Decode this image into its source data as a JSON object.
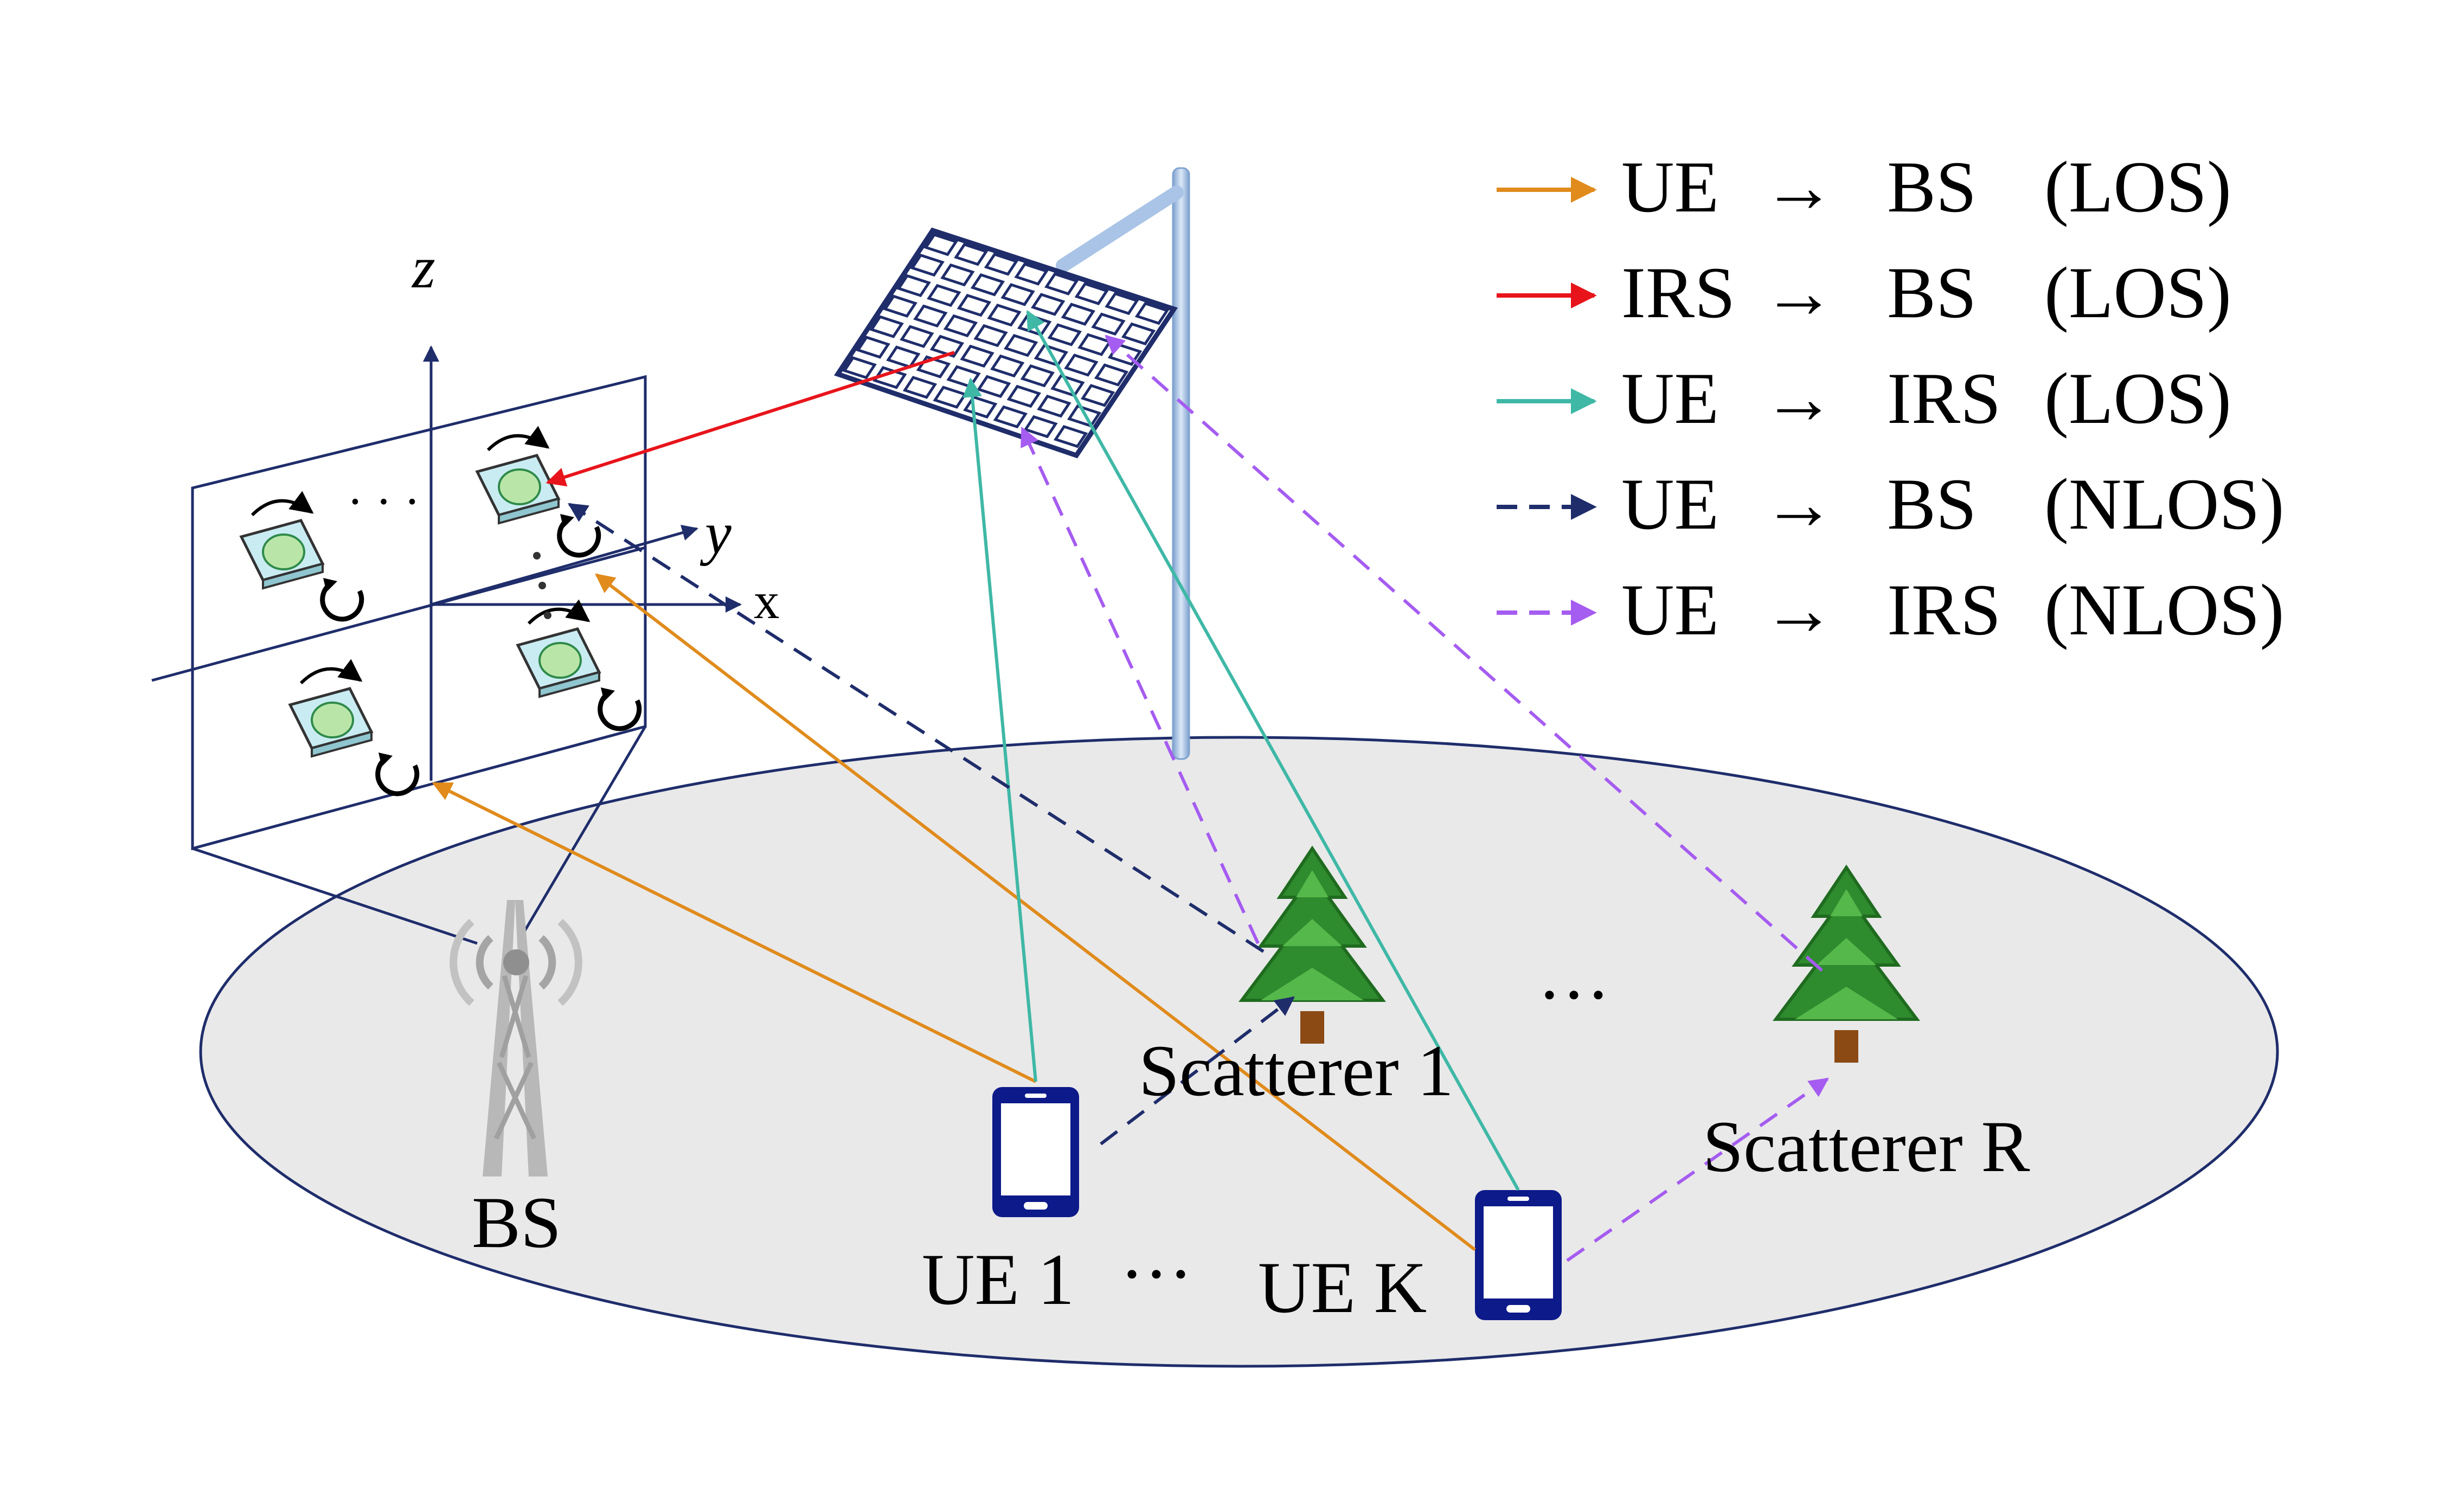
{
  "labels": {
    "bs": "BS",
    "ue1": "UE 1",
    "ue_dots": "···",
    "uek": "UE K",
    "scatterer1": "Scatterer 1",
    "scatterer_dots": "···",
    "scattererR": "Scatterer R"
  },
  "axes": {
    "z": "z",
    "y": "y",
    "x": "x"
  },
  "legend": [
    {
      "from": "UE",
      "arrow": "→",
      "to": "BS",
      "kind": "(LOS)",
      "color": "#e08b1c",
      "dashed": false
    },
    {
      "from": "IRS",
      "arrow": "→",
      "to": "BS",
      "kind": "(LOS)",
      "color": "#e8141b",
      "dashed": false
    },
    {
      "from": "UE",
      "arrow": "→",
      "to": "IRS",
      "kind": "(LOS)",
      "color": "#3fb8a6",
      "dashed": false
    },
    {
      "from": "UE",
      "arrow": "→",
      "to": "BS",
      "kind": "(NLOS)",
      "color": "#1f2d6b",
      "dashed": true
    },
    {
      "from": "UE",
      "arrow": "→",
      "to": "IRS",
      "kind": "(NLOS)",
      "color": "#a55cf0",
      "dashed": true
    }
  ],
  "colors": {
    "ground": "#e9e9e9",
    "outline": "#1f2d6b",
    "phone": "#0d1a8a",
    "tree": "#2e8b2e",
    "pole": "#a9c4e6"
  },
  "icons": [
    "bs-tower-icon",
    "phone-icon",
    "tree-icon",
    "irs-panel-icon",
    "antenna-element-icon",
    "rotation-arrow-icon"
  ]
}
